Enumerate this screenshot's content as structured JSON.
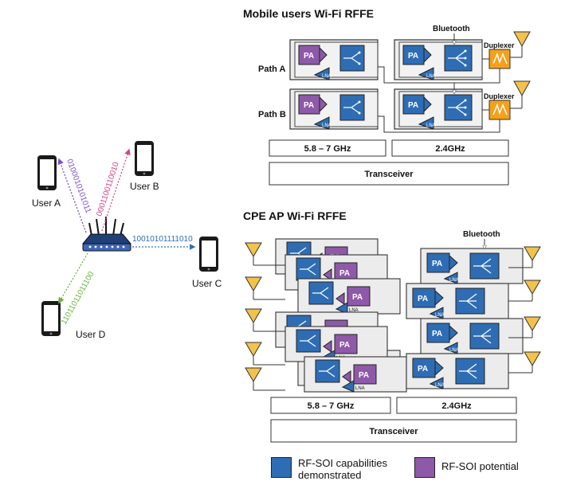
{
  "colors": {
    "demonstrated": "#2e6db4",
    "potential": "#8e59a8",
    "duplexer": "#f5a01a",
    "antenna": "#f2c24b",
    "stream_a": "#7b4fc7",
    "stream_b": "#d6468c",
    "stream_c": "#2f6fb1",
    "stream_d": "#6cb33f"
  },
  "mobile": {
    "title": "Mobile users Wi-Fi RFFE",
    "path_a": "Path A",
    "path_b": "Path B",
    "bluetooth": "Bluetooth",
    "duplexer": "Duplexer",
    "pa": "PA",
    "lna": "LNA",
    "band_5g": "5.8 – 7 GHz",
    "band_24": "2.4GHz",
    "transceiver": "Transceiver"
  },
  "cpe": {
    "title": "CPE AP Wi-Fi RFFE",
    "bluetooth": "Bluetooth",
    "pa": "PA",
    "lna": "LNA",
    "band_5g": "5.8 – 7 GHz",
    "band_24": "2.4GHz",
    "transceiver": "Transceiver"
  },
  "network": {
    "user_a": "User A",
    "user_b": "User B",
    "user_c": "User C",
    "user_d": "User D",
    "bits_a": "0100010101011",
    "bits_b": "0001100110010",
    "bits_c": "10010101111010",
    "bits_d": "11011011011100"
  },
  "legend": {
    "demonstrated": "RF-SOI capabilities demonstrated",
    "potential": "RF-SOI potential"
  }
}
